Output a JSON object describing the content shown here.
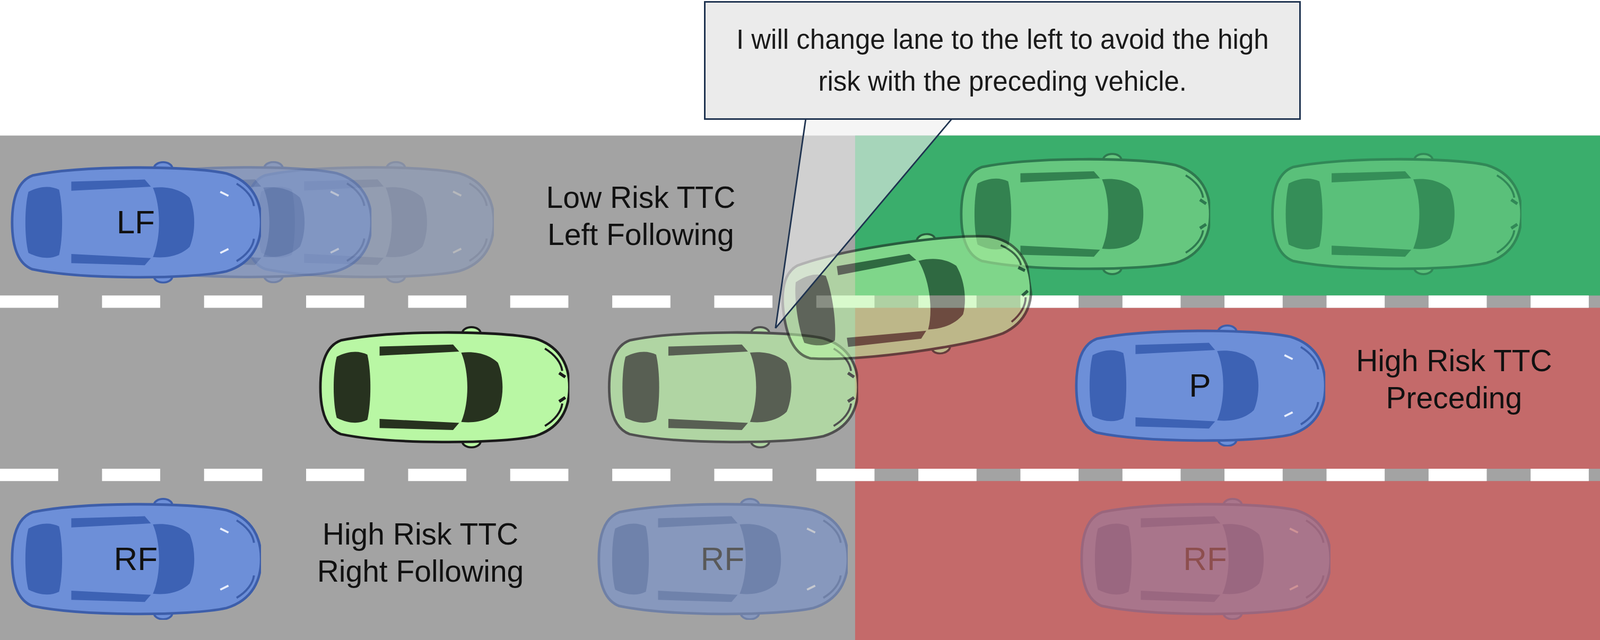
{
  "diagram": {
    "nodes": [
      {
        "text": [
          "I will change lane to the left to avoid the high risk with the preceding vehicle."
        ]
      },
      {
        "text": [
          "LF"
        ]
      },
      {
        "text": [
          "P"
        ]
      },
      {
        "text": [
          "RF"
        ]
      },
      {
        "text": [
          "RF"
        ]
      },
      {
        "text": [
          "RF"
        ]
      }
    ],
    "labels": [
      "Low Risk TTC Left Following",
      "High Risk TTC Preceding",
      "High Risk TTC Right Following"
    ]
  }
}
